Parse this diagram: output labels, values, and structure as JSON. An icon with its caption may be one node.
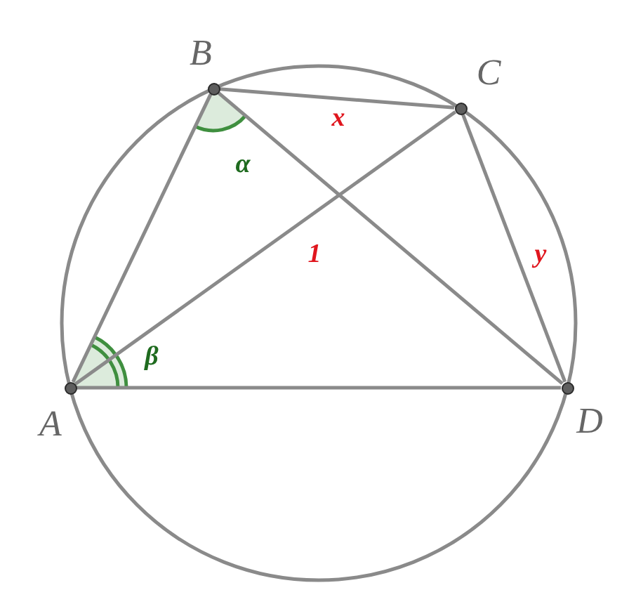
{
  "diagram": {
    "nodes": [
      {
        "text": [],
        "shape": "circle",
        "beside": [
          "B"
        ]
      },
      {
        "text": [],
        "shape": "circle",
        "beside": [
          "C"
        ]
      },
      {
        "text": [],
        "shape": "circle",
        "beside": [
          "A"
        ]
      },
      {
        "text": [],
        "shape": "circle",
        "beside": [
          "D"
        ]
      }
    ],
    "edges": [
      {
        "from": 2,
        "to": 0,
        "arrow": "none"
      },
      {
        "from": 0,
        "to": 1,
        "arrow": "none",
        "label": "x"
      },
      {
        "from": 1,
        "to": 3,
        "arrow": "none",
        "label": "y"
      },
      {
        "from": 2,
        "to": 3,
        "arrow": "none"
      },
      {
        "from": 2,
        "to": 1,
        "arrow": "none"
      },
      {
        "from": 0,
        "to": 3,
        "arrow": "none"
      }
    ],
    "labels": [
      "α",
      "1",
      "β"
    ]
  }
}
